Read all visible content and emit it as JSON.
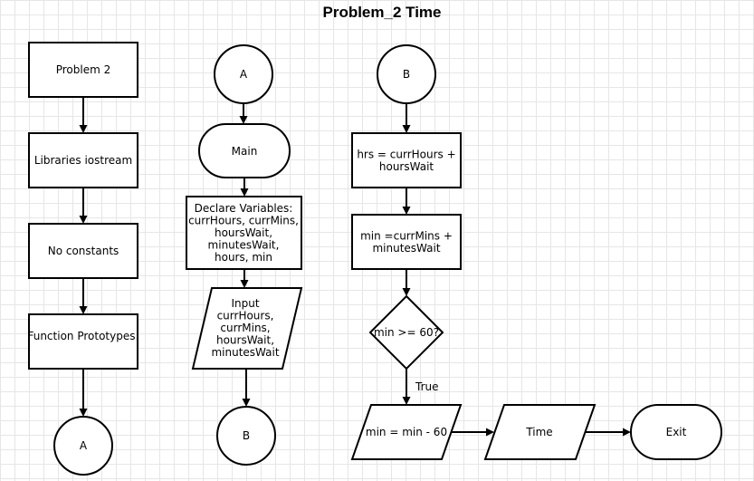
{
  "title": "Problem_2 Time",
  "nodes": {
    "problem2": [
      "Problem 2"
    ],
    "libraries": [
      "Libraries iostream"
    ],
    "constants": [
      "No constants"
    ],
    "prototypes": [
      "Function Prototypes:"
    ],
    "connA1": [
      "A"
    ],
    "connA2": [
      "A"
    ],
    "main": [
      "Main"
    ],
    "declare": [
      "Declare Variables:",
      "currHours, currMins,",
      "hoursWait,",
      "minutesWait,",
      "hours, min"
    ],
    "input": [
      "Input",
      "currHours,",
      "currMins,",
      "hoursWait,",
      "minutesWait"
    ],
    "connB1": [
      "B"
    ],
    "connB2": [
      "B"
    ],
    "hrs": [
      "hrs = currHours +",
      "hoursWait"
    ],
    "min": [
      "min =currMins +",
      "minutesWait"
    ],
    "decision": [
      "min >= 60?"
    ],
    "subtract": [
      "min = min - 60"
    ],
    "time": [
      "Time"
    ],
    "exit": [
      "Exit"
    ]
  },
  "edges": {
    "true_label": "True"
  }
}
